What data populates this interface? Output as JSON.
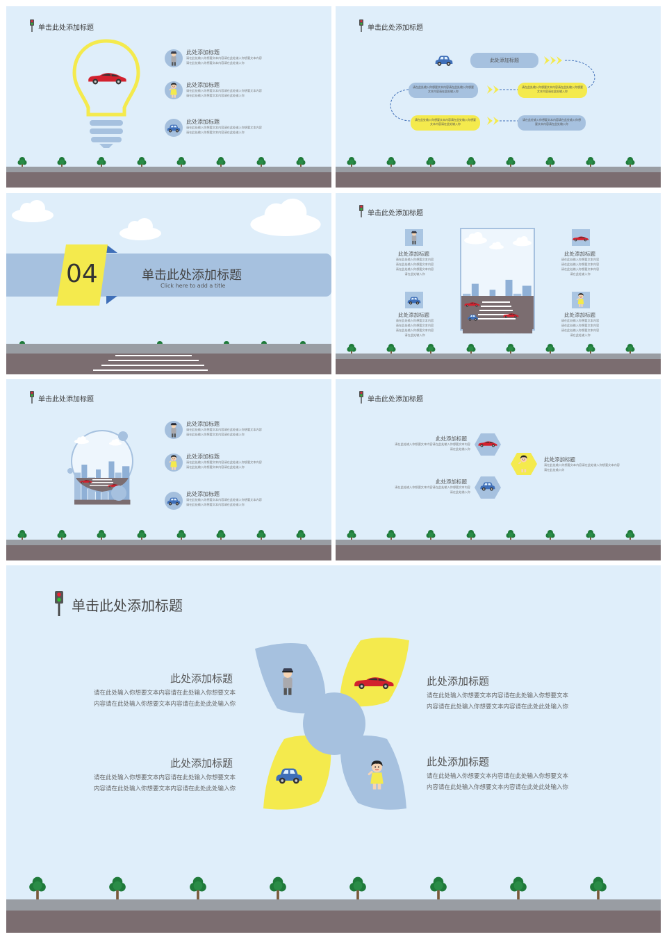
{
  "slide_title": "单击此处添加标题",
  "item_title": "此处添加标题",
  "small_text": "请在此处输入你想要文本内容请在此处输入你想要文本内容请在此处输入你想要文本内容请在此处输入你",
  "short_text": "请在此处输入你想要文本内容请在此处输入你想要文本内容请在此处输入你",
  "col_text": [
    "请在此处输入你想要文本内容",
    "请在此处输入你想要文本内容",
    "请在此处输入你想要文本内容",
    "请在此处输入你"
  ],
  "section": {
    "number": "04",
    "title": "单击此处添加标题",
    "subtitle": "Click here to add a title"
  },
  "big": {
    "title": "单击此处添加标题",
    "items": [
      {
        "title": "此处添加标题",
        "line1": "请在此处输入你想要文本内容请在此处输入你想要文本",
        "line2": "内容请在此处输入你想要文本内容请在此处此处输入你"
      },
      {
        "title": "此处添加标题",
        "line1": "请在此处输入你想要文本内容请在此处输入你想要文本",
        "line2": "内容请在此处输入你想要文本内容请在此处此处输入你"
      },
      {
        "title": "此处添加标题",
        "line1": "请在此处输入你想要文本内容请在此处输入你想要文本",
        "line2": "内容请在此处输入你想要文本内容请在此处此处输入你"
      },
      {
        "title": "此处添加标题",
        "line1": "请在此处输入你想要文本内容请在此处输入你想要文本",
        "line2": "内容请在此处输入你想要文本内容请在此处此处输入你"
      }
    ]
  },
  "colors": {
    "sky": "#dfeefa",
    "blue": "#a6c1df",
    "yellow": "#f4ea4d",
    "road": "#7b6d70",
    "tree": "#1f7a3a",
    "car_red": "#d2212e"
  },
  "icons": [
    "traffic-light-icon",
    "car-icon",
    "police-icon",
    "child-icon",
    "sports-car-icon",
    "tree-icon",
    "cloud-icon",
    "lightbulb-icon"
  ]
}
